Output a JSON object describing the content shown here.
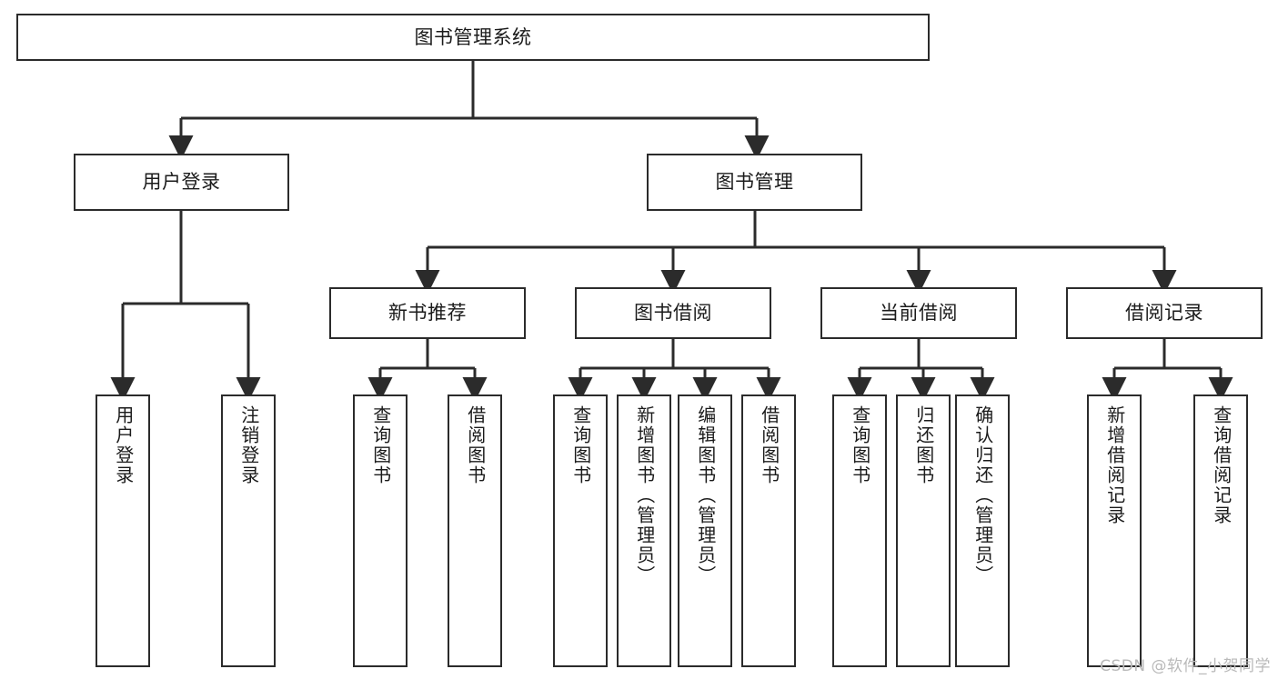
{
  "diagram": {
    "type": "tree-hierarchy",
    "title": "图书管理系统",
    "watermark": "CSDN @软件_小贺同学",
    "colors": {
      "stroke": "#2b2b2b",
      "fill": "#ffffff",
      "text": "#1b1b1b",
      "watermark": "#b9b9b9"
    },
    "nodes": {
      "root": {
        "label": "图书管理系统",
        "level": 0
      },
      "level1": [
        {
          "id": "user-login",
          "label": "用户登录"
        },
        {
          "id": "book-management",
          "label": "图书管理"
        }
      ],
      "level2": [
        {
          "id": "new-book-recommend",
          "label": "新书推荐",
          "parent": "book-management"
        },
        {
          "id": "book-borrow",
          "label": "图书借阅",
          "parent": "book-management"
        },
        {
          "id": "current-borrow",
          "label": "当前借阅",
          "parent": "book-management"
        },
        {
          "id": "borrow-record",
          "label": "借阅记录",
          "parent": "book-management"
        }
      ],
      "leaves": {
        "user_login": [
          {
            "id": "leaf-user-login",
            "label": "用户登录"
          },
          {
            "id": "leaf-logout-login",
            "label": "注销登录"
          }
        ],
        "new_book_recommend": [
          {
            "id": "leaf-query-book-1",
            "label": "查询图书"
          },
          {
            "id": "leaf-borrow-book-1",
            "label": "借阅图书"
          }
        ],
        "book_borrow": [
          {
            "id": "leaf-query-book-2",
            "label": "查询图书"
          },
          {
            "id": "leaf-add-book",
            "label": "新增图书（管理员）"
          },
          {
            "id": "leaf-edit-book",
            "label": "编辑图书（管理员）"
          },
          {
            "id": "leaf-borrow-book-2",
            "label": "借阅图书"
          }
        ],
        "current_borrow": [
          {
            "id": "leaf-query-book-3",
            "label": "查询图书"
          },
          {
            "id": "leaf-return-book",
            "label": "归还图书"
          },
          {
            "id": "leaf-confirm-return",
            "label": "确认归还（管理员）"
          }
        ],
        "borrow_record": [
          {
            "id": "leaf-add-borrow-record",
            "label": "新增借阅记录"
          },
          {
            "id": "leaf-query-borrow-record",
            "label": "查询借阅记录"
          }
        ]
      }
    }
  }
}
